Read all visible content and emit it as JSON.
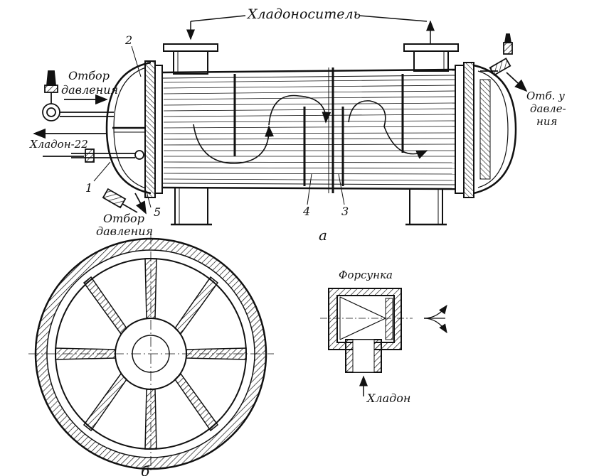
{
  "labels": {
    "coolant": "Хладоноситель",
    "pressure_tap": "Отбор",
    "pressure_tap_2": "давления",
    "right_tap_1": "Отб. у",
    "right_tap_2": "давле-",
    "right_tap_3": "ния",
    "freon_inlet": "Хладон-22",
    "nozzle": "Форсунка",
    "freon": "Хладон",
    "fig_a": "а",
    "fig_b": "б",
    "n1": "1",
    "n2": "2",
    "n3": "3",
    "n4": "4",
    "n5": "5"
  },
  "colors": {
    "ink": "#111111",
    "paper": "#ffffff"
  }
}
